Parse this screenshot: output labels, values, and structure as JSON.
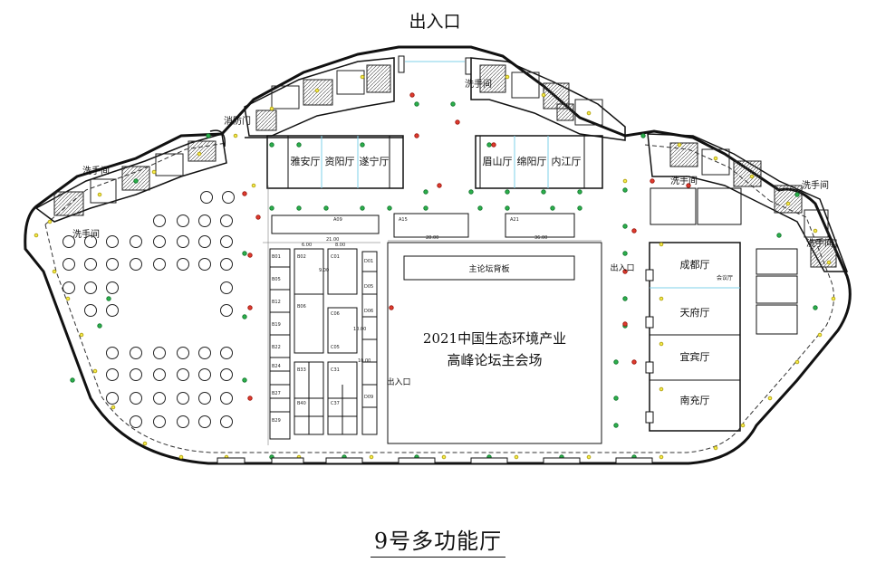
{
  "entrance_top": "出入口",
  "entrance_right": "出入口",
  "entrance_center": "出入口",
  "fire_door": "消防门",
  "washrooms": {
    "left_upper": "洗手间",
    "left_lower": "洗手间",
    "top_right": "洗手间",
    "right_mid": "洗手间",
    "far_right": "洗手间",
    "far_right_lower": "洗手间"
  },
  "rooms_top_left": [
    "雅安厅",
    "资阳厅",
    "遂宁厅"
  ],
  "rooms_top_right": [
    "眉山厅",
    "绵阳厅",
    "内江厅"
  ],
  "rooms_right": [
    "成都厅",
    "天府厅",
    "宜宾厅",
    "南充厅"
  ],
  "rooms_right_sub": "会议厅",
  "backdrop_label": "主论坛背板",
  "main_hall_line1": "2021中国生态环境产业",
  "main_hall_line2": "高峰论坛主会场",
  "booth_labels": {
    "a09": "A09",
    "a15": "A15",
    "a21": "A21",
    "b01": "B01",
    "b05": "B05",
    "b12": "B12",
    "b19": "B19",
    "b22": "B22",
    "b24": "B24",
    "b27": "B27",
    "b29": "B29",
    "b02": "B02",
    "b06": "B06",
    "b33": "B33",
    "b40": "B40",
    "c01": "C01",
    "c05": "C05",
    "c06": "C06",
    "c31": "C31",
    "c37": "C37",
    "d01": "D01",
    "d05": "D05",
    "d06": "D06",
    "d09": "D09"
  },
  "dimensions": {
    "d1": "21.00",
    "d2": "6.00",
    "d3": "8.00",
    "d4": "28.00",
    "d5": "36.00",
    "d6": "9.00",
    "d7": "10.00",
    "d8": "10.00"
  },
  "hall_title": "9号多功能厅"
}
